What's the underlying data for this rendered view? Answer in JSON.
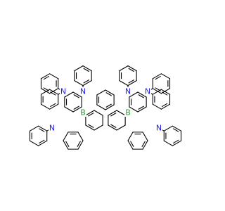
{
  "atoms": [
    {
      "symbol": "N",
      "color": "#2020e0"
    },
    {
      "symbol": "N",
      "color": "#2020e0"
    },
    {
      "symbol": "N",
      "color": "#2020e0"
    },
    {
      "symbol": "N",
      "color": "#2020e0"
    },
    {
      "symbol": "N",
      "color": "#2020e0"
    },
    {
      "symbol": "N",
      "color": "#2020e0"
    },
    {
      "symbol": "B",
      "color": "#2aa02a"
    },
    {
      "symbol": "B",
      "color": "#2aa02a"
    }
  ],
  "colors": {
    "background": "#ffffff",
    "bond": "#000000",
    "nitrogen": "#2020e0",
    "boron": "#2aa02a"
  }
}
